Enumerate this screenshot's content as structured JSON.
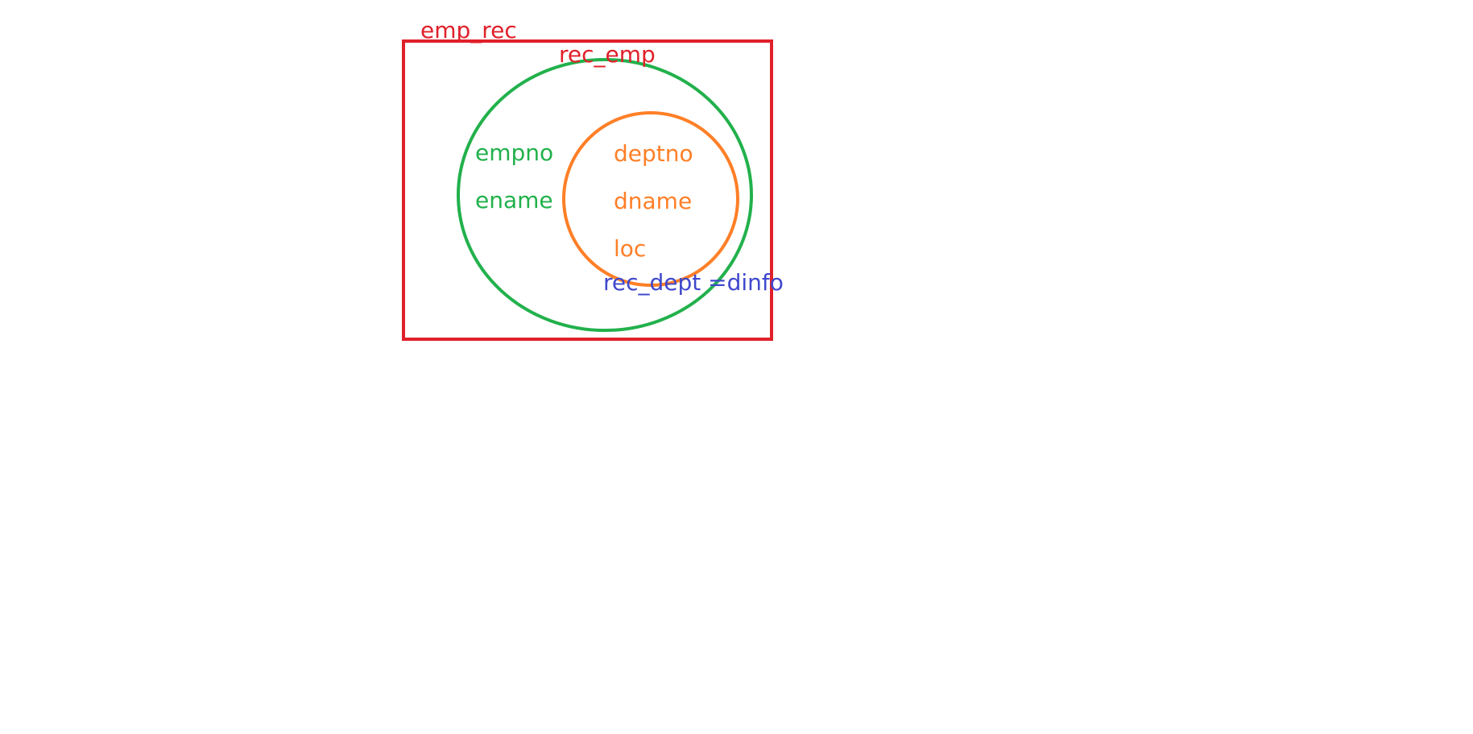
{
  "colors": {
    "outer": "#e0202a",
    "middle": "#22b14c",
    "inner": "#ff7f27",
    "annotation": "#3f48cc"
  },
  "outer_box": {
    "label": "emp_rec"
  },
  "middle_ellipse": {
    "label": "rec_emp",
    "fields": [
      "empno",
      "ename"
    ]
  },
  "inner_circle": {
    "label": "rec_dept =dinfo",
    "fields": [
      "deptno",
      "dname",
      "loc"
    ]
  }
}
